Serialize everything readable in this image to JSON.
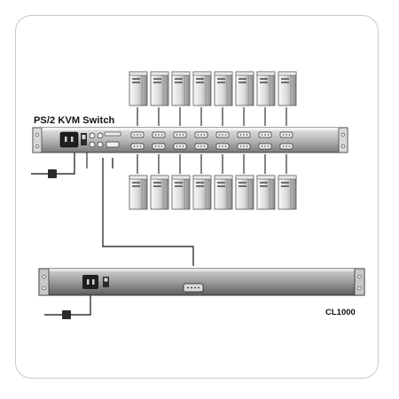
{
  "labels": {
    "kvm_switch": "PS/2 KVM Switch",
    "console": "CL1000"
  },
  "components": {
    "computers_top_count": 8,
    "computers_bottom_count": 8,
    "kvm_ports_per_row": 8
  },
  "colors": {
    "border": "#c9c9c9",
    "chassis": "#bdbdbd",
    "chassis_dark": "#4a4a4a",
    "cable": "#333333",
    "tower_light": "#f2f2f2",
    "tower_dark": "#8a8a8a"
  },
  "icons": {
    "computer": "tower-pc-icon",
    "power_plug": "power-plug-icon",
    "power_socket": "power-socket-icon",
    "vga_port": "vga-port-icon"
  }
}
